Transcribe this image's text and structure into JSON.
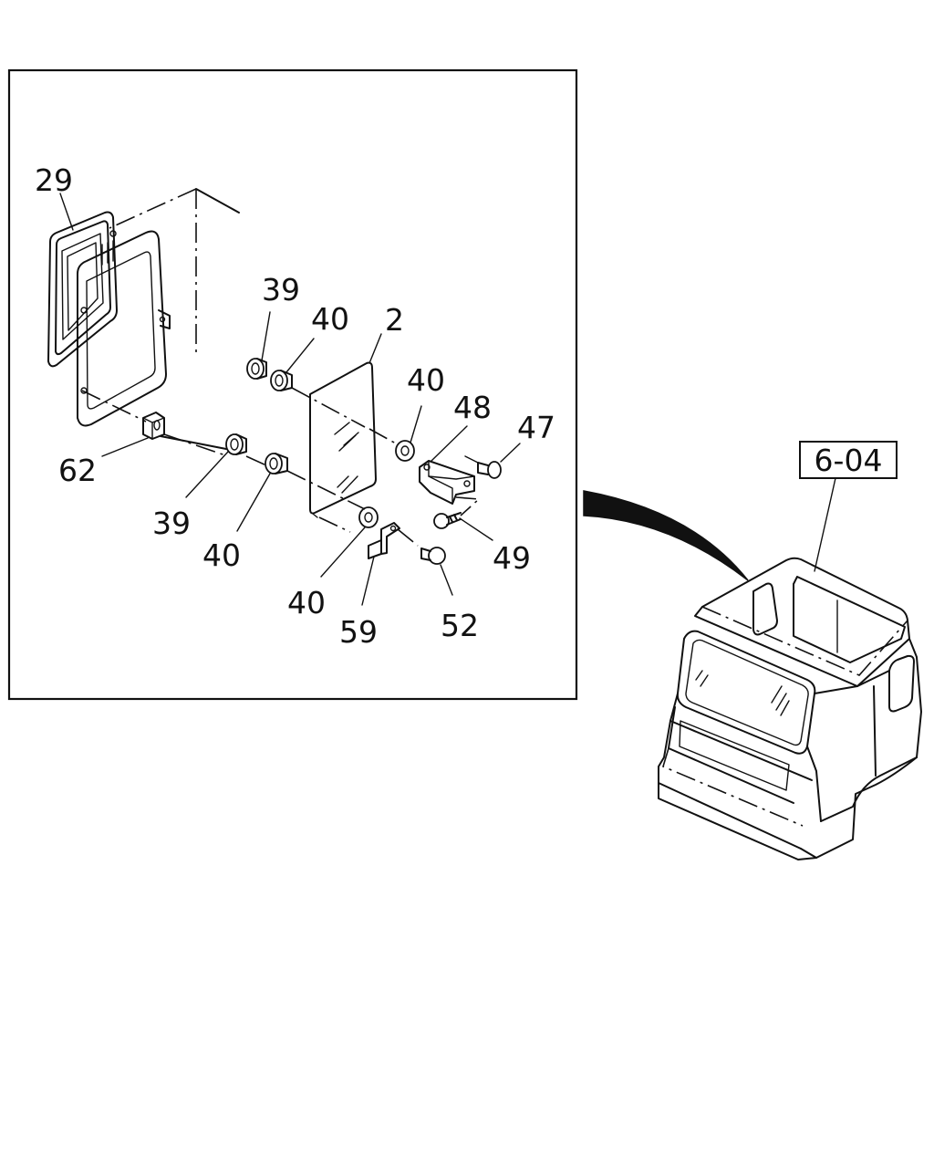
{
  "callouts": {
    "c29": "29",
    "c39_top": "39",
    "c40_top": "40",
    "c2": "2",
    "c40_right": "40",
    "c48": "48",
    "c47": "47",
    "c62": "62",
    "c39_bottom": "39",
    "c40_bottom": "40",
    "c49": "49",
    "c40_lower": "40",
    "c59": "59",
    "c52": "52"
  },
  "reference": {
    "section": "6-04"
  }
}
